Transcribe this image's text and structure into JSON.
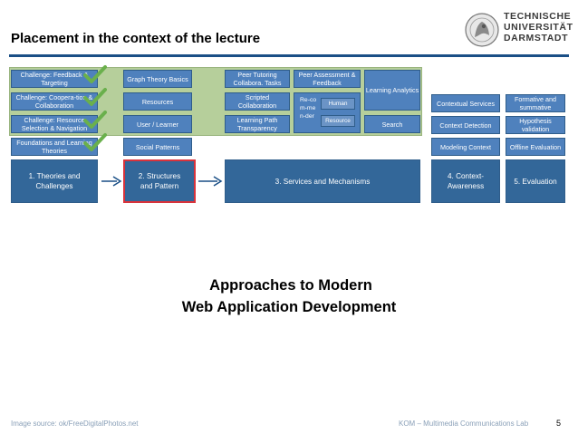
{
  "title": "Placement in the context of the lecture",
  "logo": {
    "line1": "TECHNISCHE",
    "line2": "UNIVERSITÄT",
    "line3": "DARMSTADT"
  },
  "diagram": {
    "left": {
      "challenge_feedback": "Challenge: Feedback & Targeting",
      "challenge_cooperation": "Challenge: Coopera-tion & Collaboration",
      "challenge_resource": "Challenge: Resource Selection & Navigation",
      "foundations": "Foundations and Learning Theories",
      "theories": "1. Theories and Challenges"
    },
    "structures": {
      "graph_theory": "Graph Theory Basics",
      "resources": "Resources",
      "user_learner": "User / Learner",
      "social_patterns": "Social Patterns",
      "main": "2. Structures and Pattern"
    },
    "services": {
      "peer_tutoring": "Peer Tutoring Collabora. Tasks",
      "scripted": "Scripted Collaboration",
      "learning_path": "Learning Path Transparency",
      "peer_assessment": "Peer Assessment & Feedback",
      "recommender": "Re-com-men-der",
      "human": "Human",
      "resource": "Resource",
      "learning_analytics": "Learning Analytics",
      "search": "Search",
      "main": "3. Services and Mechanisms"
    },
    "context": {
      "contextual_services": "Contextual Services",
      "context_detection": "Context Detection",
      "modeling_context": "Modeling Context",
      "main": "4. Context-Awareness"
    },
    "evaluation": {
      "formative": "Formative and summative",
      "hypothesis": "Hypothesis validation",
      "offline": "Offline Evaluation",
      "main": "5. Evaluation"
    }
  },
  "center": {
    "line1": "Approaches to Modern",
    "line2": "Web Application Development"
  },
  "footer": {
    "source": "Image source: ok/FreeDigitalPhotos.net",
    "lab": "KOM – Multimedia Communications Lab",
    "page": "5"
  },
  "colors": {
    "accent": "#1a4f86",
    "box": "#4f81bd",
    "band": "#b6cf9b",
    "check": "#6ab04c",
    "highlight": "#d8333c"
  }
}
